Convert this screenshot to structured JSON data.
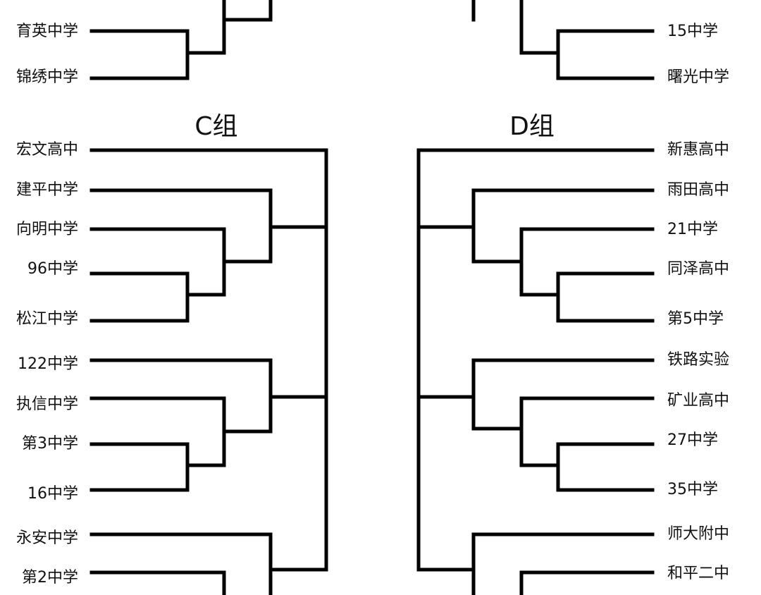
{
  "top_partial": {
    "left_teams": [
      "育英中学",
      "锦绣中学"
    ],
    "right_teams": [
      "15中学",
      "曙光中学"
    ]
  },
  "groups": [
    {
      "title": "C组",
      "teams": [
        "宏文高中",
        "建平中学",
        "向明中学",
        "96中学",
        "松江中学",
        "122中学",
        "执信中学",
        "第3中学",
        "16中学",
        "永安中学",
        "第2中学"
      ]
    },
    {
      "title": "D组",
      "teams": [
        "新惠高中",
        "雨田高中",
        "21中学",
        "同泽高中",
        "第5中学",
        "铁路实验",
        "矿业高中",
        "27中学",
        "35中学",
        "师大附中",
        "和平二中"
      ]
    }
  ]
}
